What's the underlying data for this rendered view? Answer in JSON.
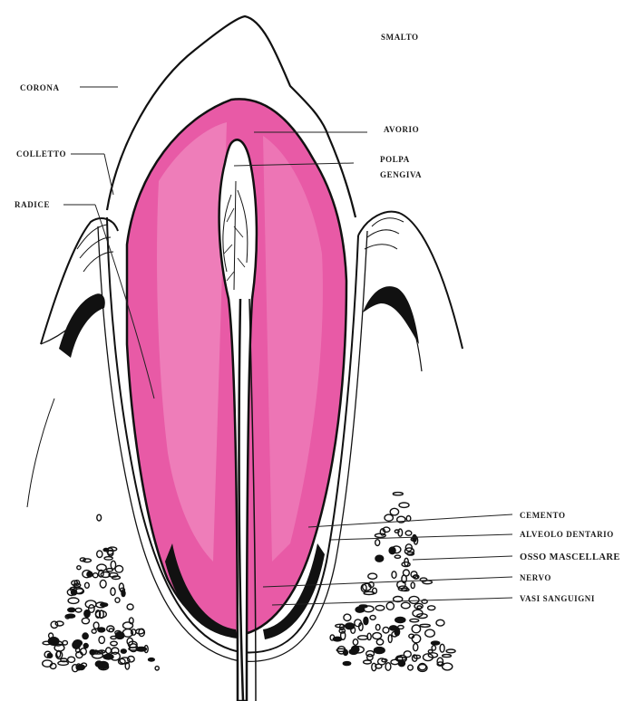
{
  "labels": {
    "smalto": "SMALTO",
    "corona": "CORONA",
    "colletto": "COLLETTO",
    "radice": "RADICE",
    "avorio": "AVORIO",
    "polpa": "POLPA",
    "gengiva": "GENGIVA",
    "cemento": "CEMENTO",
    "alveolo": "ALVEOLO DENTARIO",
    "osso": "OSSO MASCELLARE",
    "nervo": "NERVO",
    "vasi": "VASI SANGUIGNI"
  },
  "colors": {
    "dentin_fill": "#e85aa6",
    "dentin_highlight": "#f7a9d0",
    "ink": "#111111",
    "paper": "#ffffff"
  }
}
